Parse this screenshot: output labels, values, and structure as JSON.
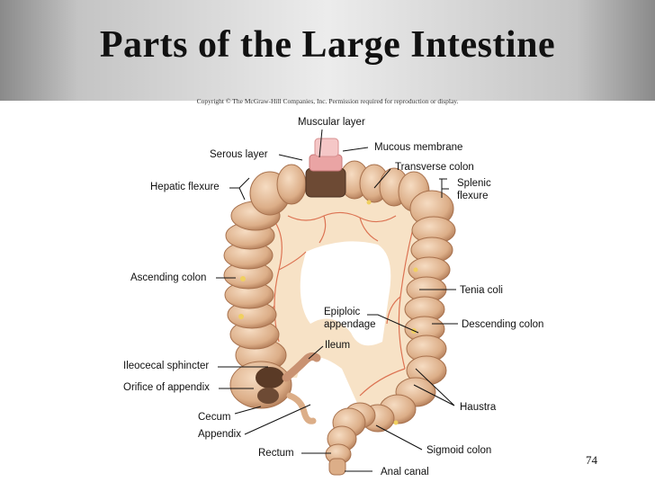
{
  "slide": {
    "title": "Parts of the Large Intestine",
    "copyright": "Copyright © The McGraw-Hill Companies, Inc. Permission required for reproduction or display.",
    "page_number": "74"
  },
  "labels": {
    "muscular_layer": "Muscular layer",
    "serous_layer": "Serous layer",
    "mucous_membrane": "Mucous membrane",
    "transverse_colon": "Transverse colon",
    "hepatic_flexure": "Hepatic flexure",
    "splenic_flexure_1": "Splenic",
    "splenic_flexure_2": "flexure",
    "ascending_colon": "Ascending colon",
    "tenia_coli": "Tenia coli",
    "epiploic_appendage_1": "Epiploic",
    "epiploic_appendage_2": "appendage",
    "descending_colon": "Descending colon",
    "ileum": "Ileum",
    "ileocecal_sphincter": "Ileocecal sphincter",
    "orifice_of_appendix": "Orifice of appendix",
    "haustra": "Haustra",
    "cecum": "Cecum",
    "appendix": "Appendix",
    "sigmoid_colon": "Sigmoid colon",
    "rectum": "Rectum",
    "anal_canal": "Anal canal"
  },
  "colors": {
    "intestine": "#e3b894",
    "intestine_dark": "#b8825e",
    "mesentery": "#f8e4c8",
    "vessels": "#d8603f",
    "fat": "#f0d060",
    "muscle": "#e8a0a0"
  }
}
